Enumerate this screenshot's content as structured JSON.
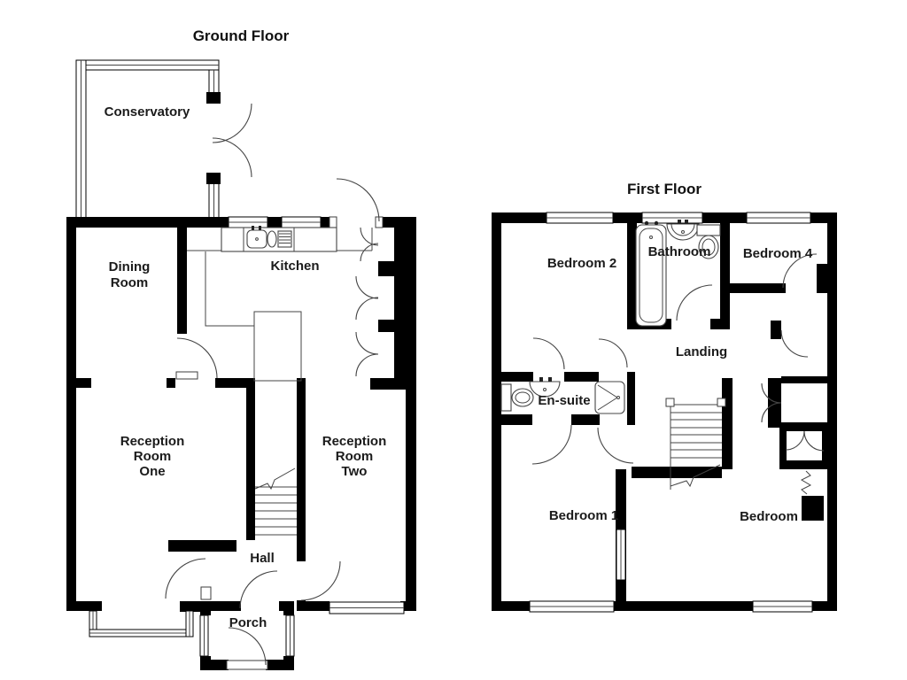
{
  "ground": {
    "title": "Ground Floor",
    "labels": {
      "conservatory": "Conservatory",
      "dining": [
        "Dining",
        "Room"
      ],
      "kitchen": "Kitchen",
      "reception_one": [
        "Reception",
        "Room",
        "One"
      ],
      "reception_two": [
        "Reception",
        "Room",
        "Two"
      ],
      "hall": "Hall",
      "porch": "Porch"
    }
  },
  "first": {
    "title": "First Floor",
    "labels": {
      "bedroom2": "Bedroom 2",
      "bathroom": "Bathroom",
      "bedroom4": "Bedroom 4",
      "landing": "Landing",
      "ensuite": "En-suite",
      "bedroom1": "Bedroom 1",
      "bedroom3": "Bedroom"
    }
  },
  "colors": {
    "wall": "#000000",
    "line": "#444444",
    "background": "#ffffff",
    "text": "#1b1b1b"
  }
}
